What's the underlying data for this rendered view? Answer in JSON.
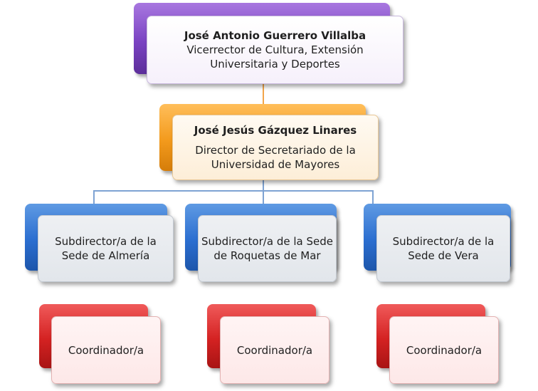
{
  "top": {
    "name": "José Antonio Guerrero Villalba",
    "role_line1": "Vicerrector de Cultura, Extensión",
    "role_line2": "Universitaria y Deportes"
  },
  "director": {
    "name": "José Jesús Gázquez Linares",
    "role_line1": "Director de Secretariado de la",
    "role_line2": "Universidad de Mayores"
  },
  "subdirectors": [
    {
      "line1": "Subdirector/a de la",
      "line2": "Sede de Almería"
    },
    {
      "line1": "Subdirector/a de la Sede",
      "line2": "de Roquetas de Mar"
    },
    {
      "line1": "Subdirector/a de la",
      "line2": "Sede de Vera"
    }
  ],
  "coordinators": [
    {
      "label": "Coordinador/a"
    },
    {
      "label": "Coordinador/a"
    },
    {
      "label": "Coordinador/a"
    }
  ],
  "colors": {
    "level1": "#7a43c2",
    "level2": "#f39a1c",
    "level3": "#2b6ed0",
    "level4": "#d42222",
    "connector_blue": "#7ea3d3",
    "connector_orange": "#f2a54a"
  }
}
